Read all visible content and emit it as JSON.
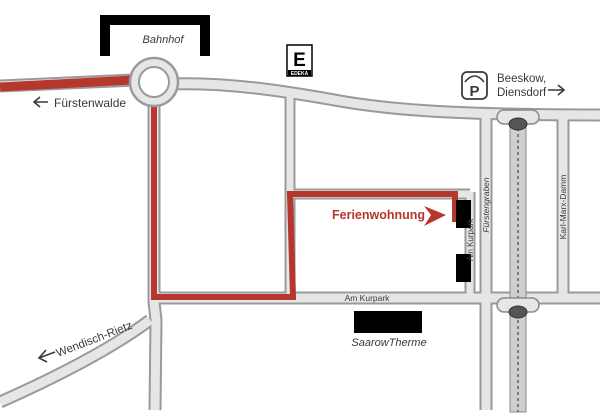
{
  "colors": {
    "road_fill": "#e4e4e4",
    "road_edge": "#9a9a9a",
    "route": "#b5372d",
    "label": "#3a3a3a",
    "building": "#000000"
  },
  "landmarks": {
    "station": "Bahnhof",
    "supermarket_letter": "E",
    "supermarket_name": "EDEKA",
    "parking_letter": "P",
    "thermal_bath": "SaarowTherme"
  },
  "directions": {
    "west": "Fürstenwalde",
    "east_line1": "Beeskow,",
    "east_line2": "Diensdorf",
    "southwest": "Wendisch-Rietz"
  },
  "streets": {
    "am_kurpark_horizontal": "Am Kurpark",
    "am_kurpark_vertical": "Am Kurpark",
    "fuerstengraben": "Fürstengraben",
    "karl_marx_damm": "Karl-Marx-Damm"
  },
  "destination": {
    "label": "Ferienwohnung"
  },
  "icons": {
    "arrow_left": "arrow-left-icon",
    "arrow_right": "arrow-right-icon",
    "parking": "parking-icon",
    "supermarket": "edeka-logo-icon",
    "destination_marker": "triangle-marker-icon"
  }
}
